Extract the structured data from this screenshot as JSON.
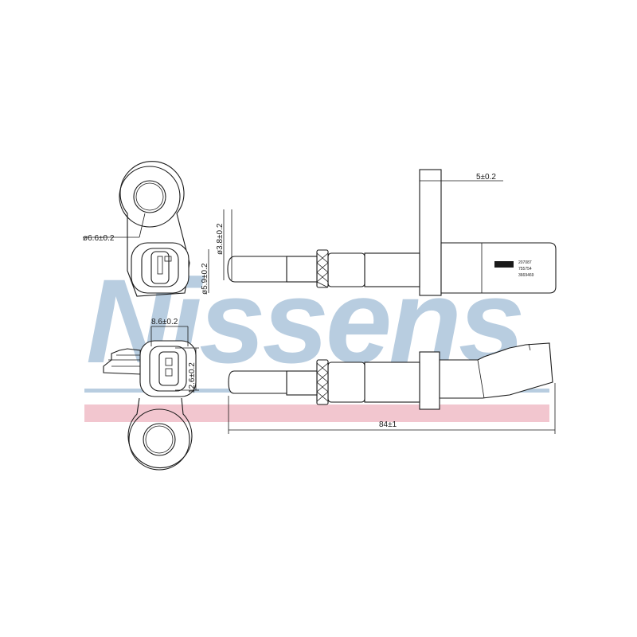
{
  "watermark": {
    "text": "Nissens",
    "registered": "®",
    "blue_color": "#b8cde0",
    "pink_color": "#f2c6cf"
  },
  "dimensions": {
    "hole_diameter": "ø6.6±0.2",
    "flange_thickness": "5±0.2",
    "tip_diameter": "ø3.8±0.2",
    "probe_diameter": "ø5.9±0.2",
    "connector_width": "8.6±0.2",
    "connector_height": "12.6±0.2",
    "total_length": "84±1"
  },
  "label_lines": [
    "207087",
    "755754",
    "3669469"
  ]
}
